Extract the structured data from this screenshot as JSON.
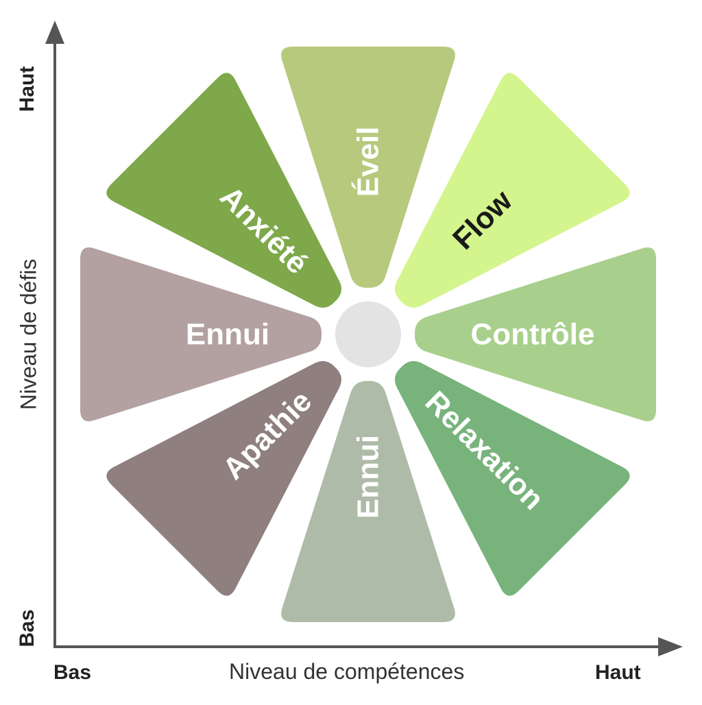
{
  "axes": {
    "x_title": "Niveau de compétences",
    "x_low": "Bas",
    "x_high": "Haut",
    "y_title": "Niveau de défis",
    "y_low": "Bas",
    "y_high": "Haut",
    "color": "#555555"
  },
  "petals": [
    {
      "id": "eveil",
      "label": "Éveil",
      "color": "#b7c97d",
      "text_color": "#ffffff"
    },
    {
      "id": "flow",
      "label": "Flow",
      "color": "#d4f58e",
      "text_color": "#1a1a1a"
    },
    {
      "id": "controle",
      "label": "Contrôle",
      "color": "#a8d08c",
      "text_color": "#ffffff"
    },
    {
      "id": "relaxation",
      "label": "Relaxation",
      "color": "#78b37c",
      "text_color": "#ffffff"
    },
    {
      "id": "ennui-bottom",
      "label": "Ennui",
      "color": "#aebba8",
      "text_color": "#ffffff"
    },
    {
      "id": "apathie",
      "label": "Apathie",
      "color": "#8f7f7f",
      "text_color": "#ffffff"
    },
    {
      "id": "ennui-left",
      "label": "Ennui",
      "color": "#b3a1a2",
      "text_color": "#ffffff"
    },
    {
      "id": "anxiete",
      "label": "Anxiété",
      "color": "#7ea84a",
      "text_color": "#ffffff"
    }
  ],
  "center_color": "#e3e3e3"
}
